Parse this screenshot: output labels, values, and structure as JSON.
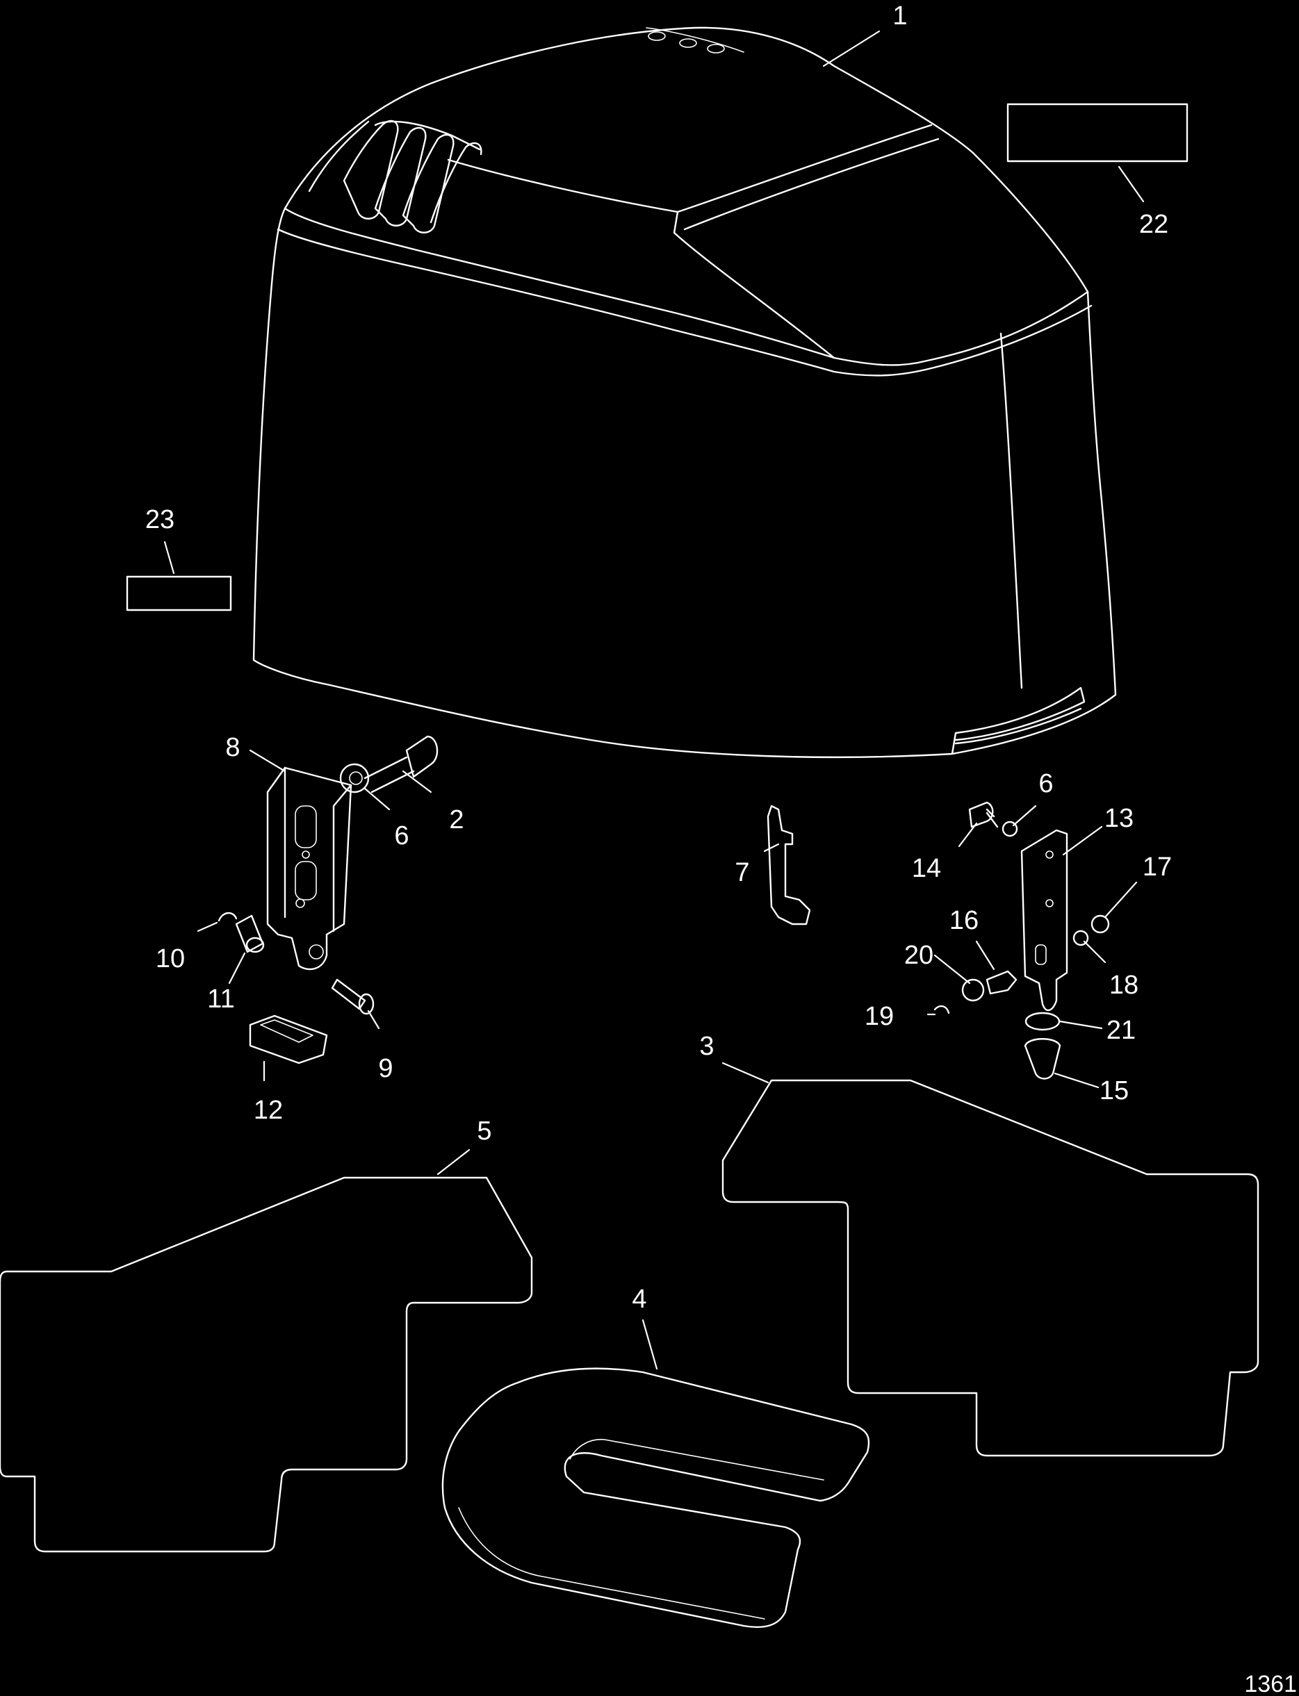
{
  "callouts": {
    "c1": "1",
    "c2": "2",
    "c3": "3",
    "c4": "4",
    "c5": "5",
    "c6a": "6",
    "c6b": "6",
    "c7": "7",
    "c8": "8",
    "c9": "9",
    "c10": "10",
    "c11": "11",
    "c12": "12",
    "c13": "13",
    "c14": "14",
    "c15": "15",
    "c16": "16",
    "c17": "17",
    "c18": "18",
    "c19": "19",
    "c20": "20",
    "c21": "21",
    "c22": "22",
    "c23": "23"
  },
  "figure_number": "1361",
  "colors": {
    "background": "#000000",
    "linework": "#ffffff"
  }
}
